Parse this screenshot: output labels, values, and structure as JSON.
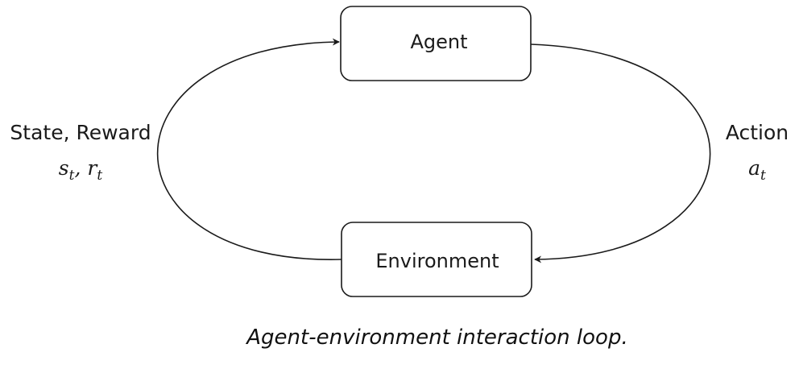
{
  "nodes": {
    "agent": "Agent",
    "environment": "Environment"
  },
  "edges": {
    "feedback": {
      "label": "State, Reward",
      "symbol_1": "s",
      "sub_1": "t",
      "separator": ", ",
      "symbol_2": "r",
      "sub_2": "t"
    },
    "action": {
      "label": "Action",
      "symbol": "a",
      "sub": "t"
    }
  },
  "caption": "Agent-environment interaction loop.",
  "colors": {
    "stroke": "#1a1a1a",
    "text": "#1a1a1a"
  }
}
